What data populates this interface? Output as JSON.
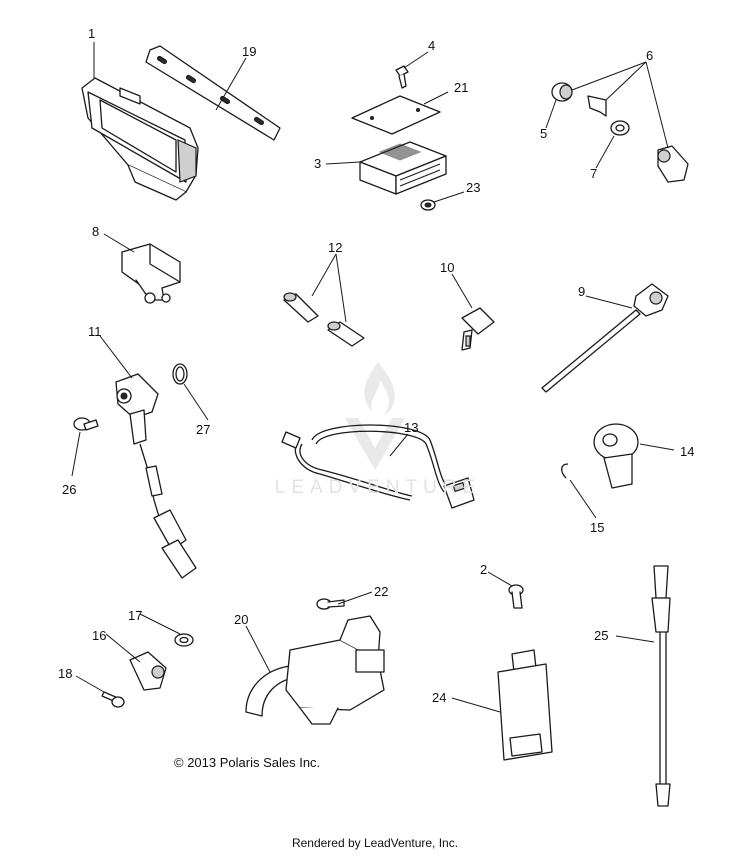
{
  "diagram": {
    "copyright": "© 2013 Polaris Sales Inc.",
    "rendered_by": "Rendered by LeadVenture, Inc.",
    "watermark": "LEADVENTURE",
    "callouts": [
      "1",
      "2",
      "3",
      "4",
      "5",
      "6",
      "7",
      "8",
      "9",
      "10",
      "11",
      "12",
      "13",
      "14",
      "15",
      "16",
      "17",
      "18",
      "19",
      "20",
      "21",
      "22",
      "23",
      "24",
      "25",
      "26",
      "27"
    ]
  }
}
